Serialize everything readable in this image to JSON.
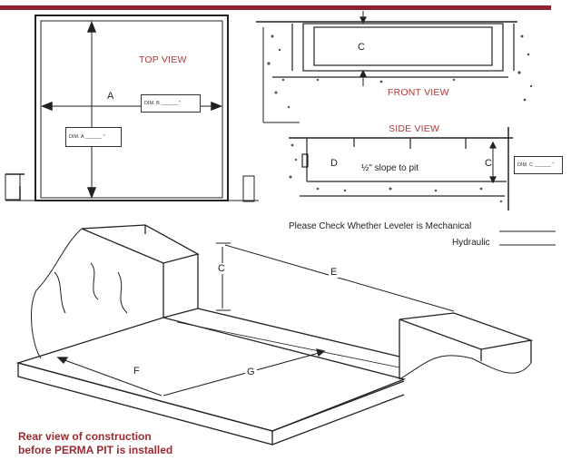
{
  "top_view": {
    "title": "TOP VIEW",
    "label_a": "A",
    "dim_a": "DIM. A ______ \"",
    "dim_b": "DIM. B ______ \""
  },
  "front_view": {
    "title": "FRONT VIEW",
    "label_c": "C"
  },
  "side_view": {
    "title": "SIDE VIEW",
    "label_d": "D",
    "slope_text": "½\" slope to pit",
    "label_c": "C",
    "dim_c": "DIM. C ______ \""
  },
  "leveler_check": {
    "mechanical": "Please Check Whether Leveler is Mechanical",
    "hydraulic": "Hydraulic"
  },
  "perspective": {
    "label_c": "C",
    "label_e": "E",
    "label_f": "F",
    "label_g": "G"
  },
  "caption": {
    "line1": "Rear view of construction",
    "line2": "before PERMA PIT is installed"
  },
  "colors": {
    "accent_bar": "#8b2232",
    "view_title": "#b23a3a",
    "caption": "#9b2a30"
  }
}
